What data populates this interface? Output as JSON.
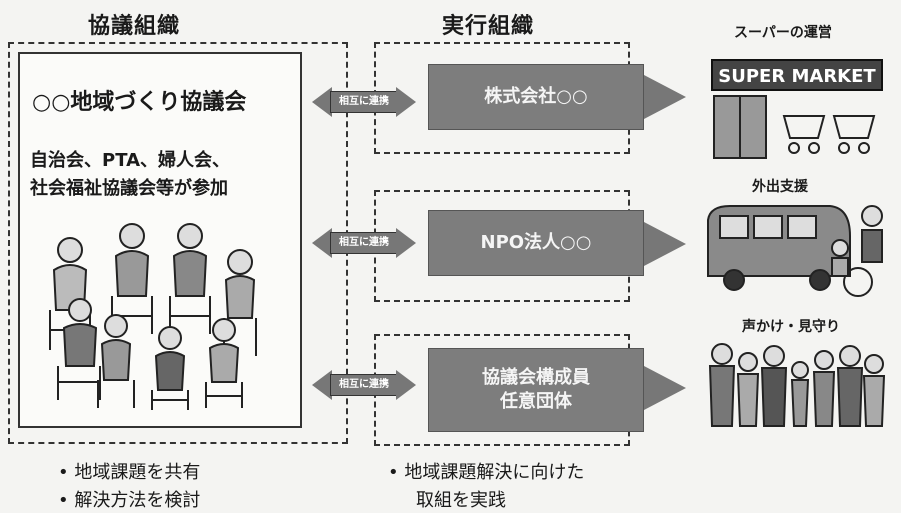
{
  "headings": {
    "council": "協議組織",
    "execution": "実行組織"
  },
  "council": {
    "name": "○○地域づくり協議会",
    "participants_line1": "自治会、PTA、婦人会、",
    "participants_line2": "社会福祉協議会等が参加"
  },
  "links": {
    "mutual_support": "相互に連携"
  },
  "organizations": [
    {
      "line1": "株式会社○○",
      "line2": ""
    },
    {
      "line1": "NPO法人○○",
      "line2": ""
    },
    {
      "line1": "協議会構成員",
      "line2": "任意団体"
    }
  ],
  "services": {
    "supermarket": "スーパーの運営",
    "store_sign": "SUPER MARKET",
    "outing": "外出支援",
    "watch": "声かけ・見守り"
  },
  "bullets": {
    "left_1": "• 地域課題を共有",
    "left_2": "• 解決方法を検討",
    "mid_1": "•  地域課題解決に向けた",
    "mid_2": "取組を実践"
  }
}
